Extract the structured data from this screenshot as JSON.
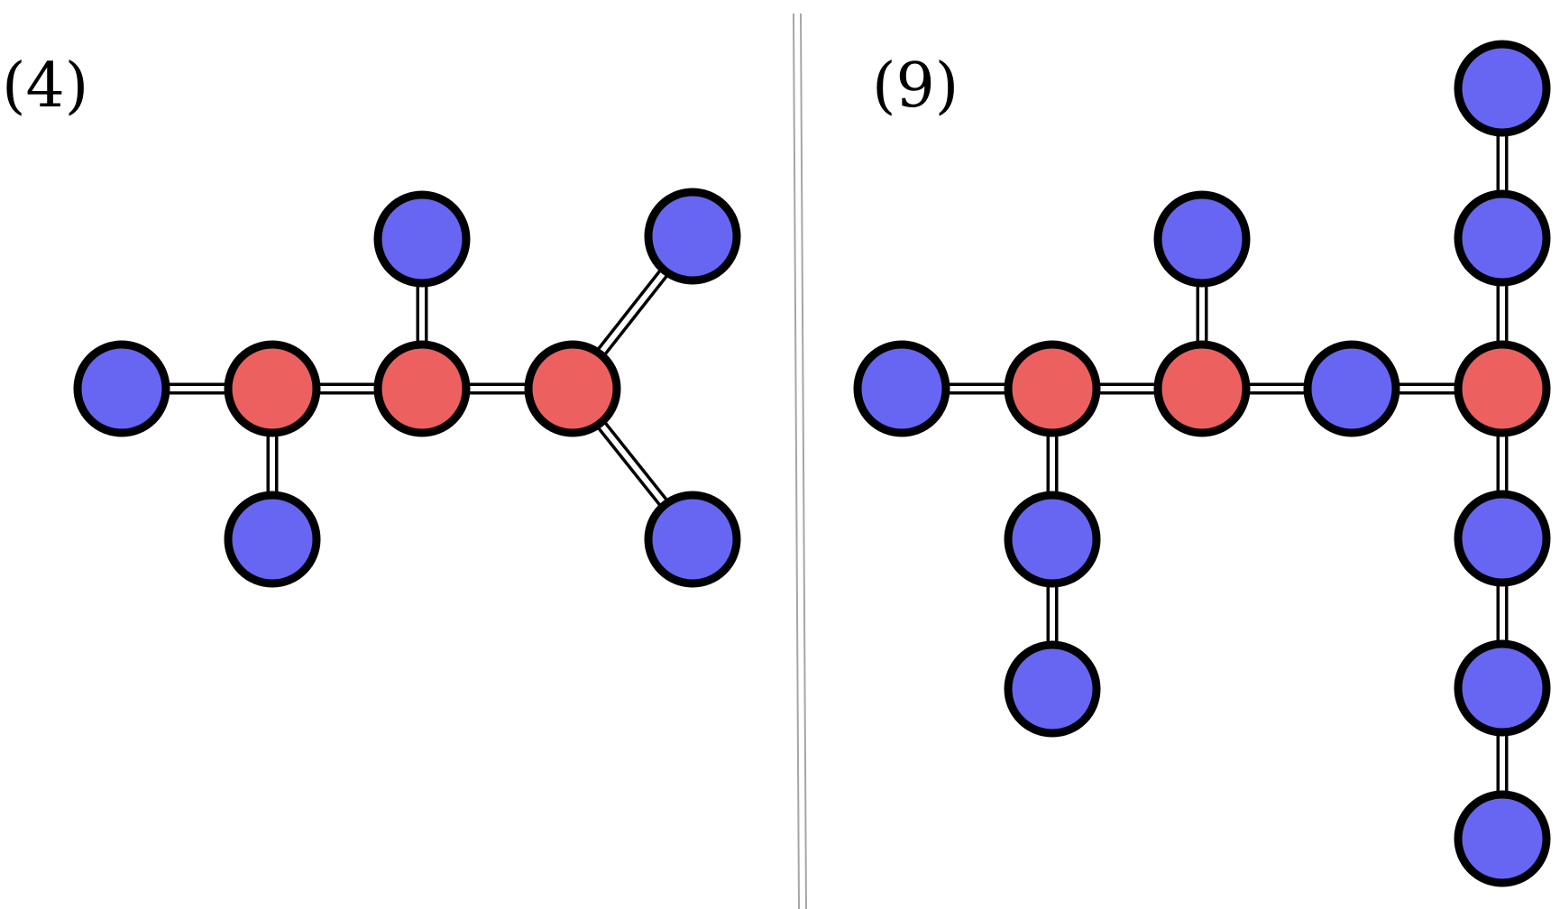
{
  "colors": {
    "red_node": "#ec6060",
    "blue_node": "#6666f2",
    "node_outline": "#000000",
    "divider": "#a6a6a6"
  },
  "panels": [
    {
      "label": "(4)",
      "nodes": [
        {
          "id": "a1",
          "color": "blue"
        },
        {
          "id": "a2",
          "color": "red"
        },
        {
          "id": "a3",
          "color": "red"
        },
        {
          "id": "a4",
          "color": "red"
        },
        {
          "id": "a5",
          "color": "blue"
        },
        {
          "id": "a6",
          "color": "blue"
        },
        {
          "id": "a7",
          "color": "blue"
        },
        {
          "id": "a8",
          "color": "blue"
        }
      ],
      "edges": [
        [
          "a1",
          "a2"
        ],
        [
          "a2",
          "a3"
        ],
        [
          "a3",
          "a4"
        ],
        [
          "a2",
          "a6"
        ],
        [
          "a3",
          "a5"
        ],
        [
          "a4",
          "a7"
        ],
        [
          "a4",
          "a8"
        ]
      ]
    },
    {
      "label": "(9)",
      "nodes": [
        {
          "id": "b1",
          "color": "blue"
        },
        {
          "id": "b2",
          "color": "red"
        },
        {
          "id": "b3",
          "color": "red"
        },
        {
          "id": "b4",
          "color": "blue"
        },
        {
          "id": "b5",
          "color": "red"
        },
        {
          "id": "b6",
          "color": "blue"
        },
        {
          "id": "b7",
          "color": "blue"
        },
        {
          "id": "b8",
          "color": "blue"
        },
        {
          "id": "b9",
          "color": "blue"
        },
        {
          "id": "b10",
          "color": "blue"
        },
        {
          "id": "b11",
          "color": "blue"
        },
        {
          "id": "b12",
          "color": "blue"
        },
        {
          "id": "b13",
          "color": "blue"
        }
      ],
      "edges": [
        [
          "b1",
          "b2"
        ],
        [
          "b2",
          "b3"
        ],
        [
          "b3",
          "b4"
        ],
        [
          "b4",
          "b5"
        ],
        [
          "b3",
          "b6"
        ],
        [
          "b2",
          "b7"
        ],
        [
          "b7",
          "b8"
        ],
        [
          "b5",
          "b10"
        ],
        [
          "b10",
          "b9"
        ],
        [
          "b5",
          "b11"
        ],
        [
          "b11",
          "b12"
        ],
        [
          "b12",
          "b13"
        ]
      ]
    }
  ]
}
